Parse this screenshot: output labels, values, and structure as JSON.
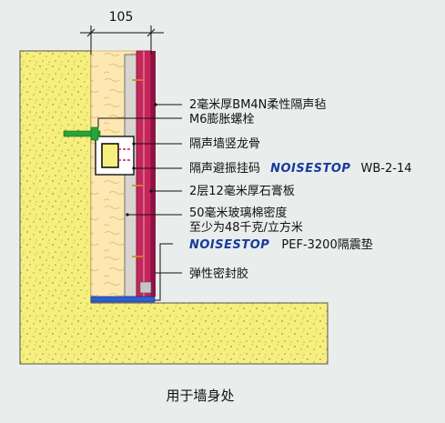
{
  "dimension": {
    "width_mm": "105"
  },
  "labels": {
    "felt": "2毫米厚BM4N柔性隔声毡",
    "bolt": "M6膨胀螺栓",
    "stud": "隔声墙竖龙骨",
    "hanger_text": "隔声避振挂码",
    "hanger_brand": "NOISESTOP",
    "hanger_model": "WB-2-14",
    "gypsum": "2层12毫米厚石膏板",
    "wool_line1": "50毫米玻璃棉密度",
    "wool_line2": "至少为48千克/立方米",
    "pad_brand": "NOISESTOP",
    "pad_model": "PEF-3200隔震垫",
    "sealant": "弹性密封胶"
  },
  "caption": "用于墙身处",
  "colors": {
    "background": "#e9edec",
    "concrete": "#f7ef7d",
    "concrete_dots": "#9a9450",
    "wool": "#fde7b2",
    "gypsum": "#c6255a",
    "felt": "#c21f5a",
    "pad": "#2d5fd0",
    "brand": "#1a3a9e",
    "bolt": "#27a43a"
  }
}
